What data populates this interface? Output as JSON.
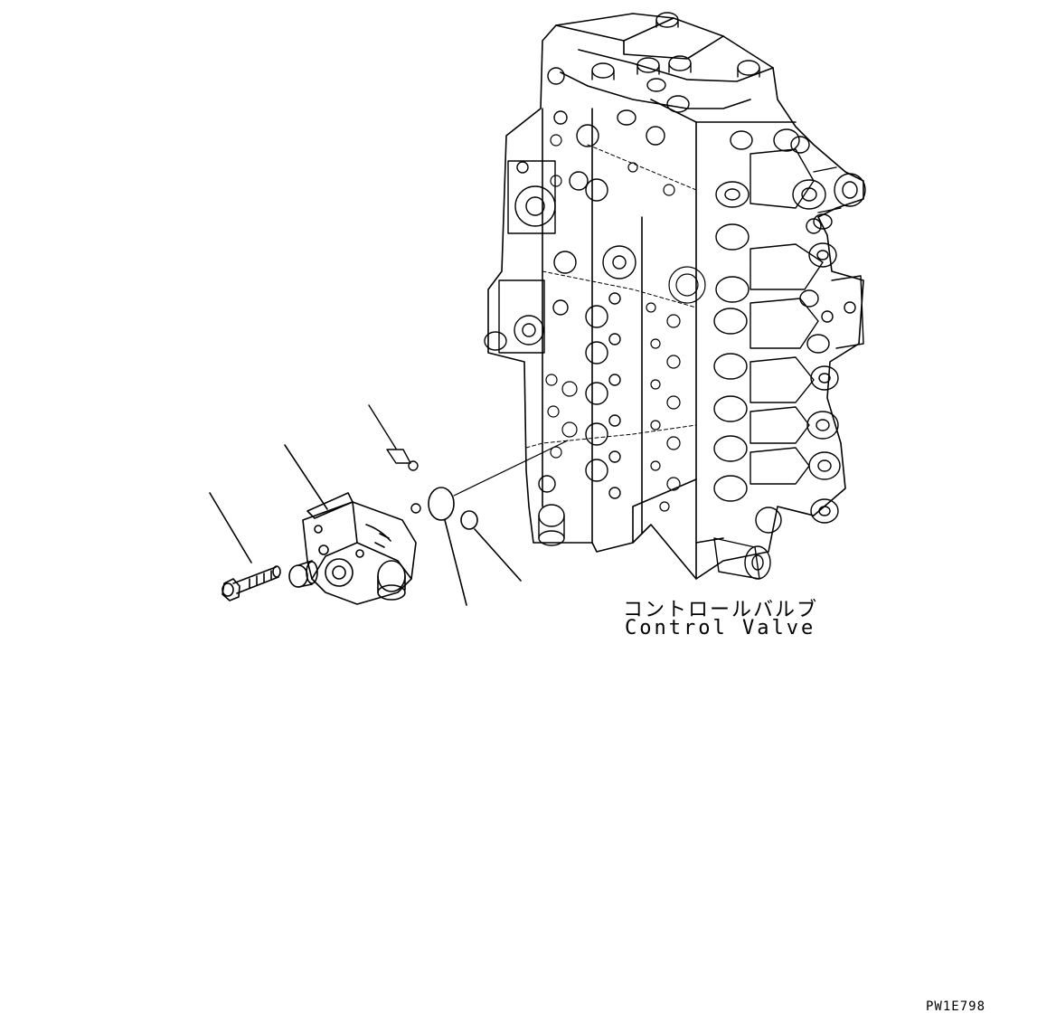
{
  "labels": {
    "component_jp": "コントロールバルブ",
    "component_en": "Control Valve",
    "drawing_code": "PW1E798"
  },
  "colors": {
    "line": "#000000",
    "background": "#ffffff"
  }
}
